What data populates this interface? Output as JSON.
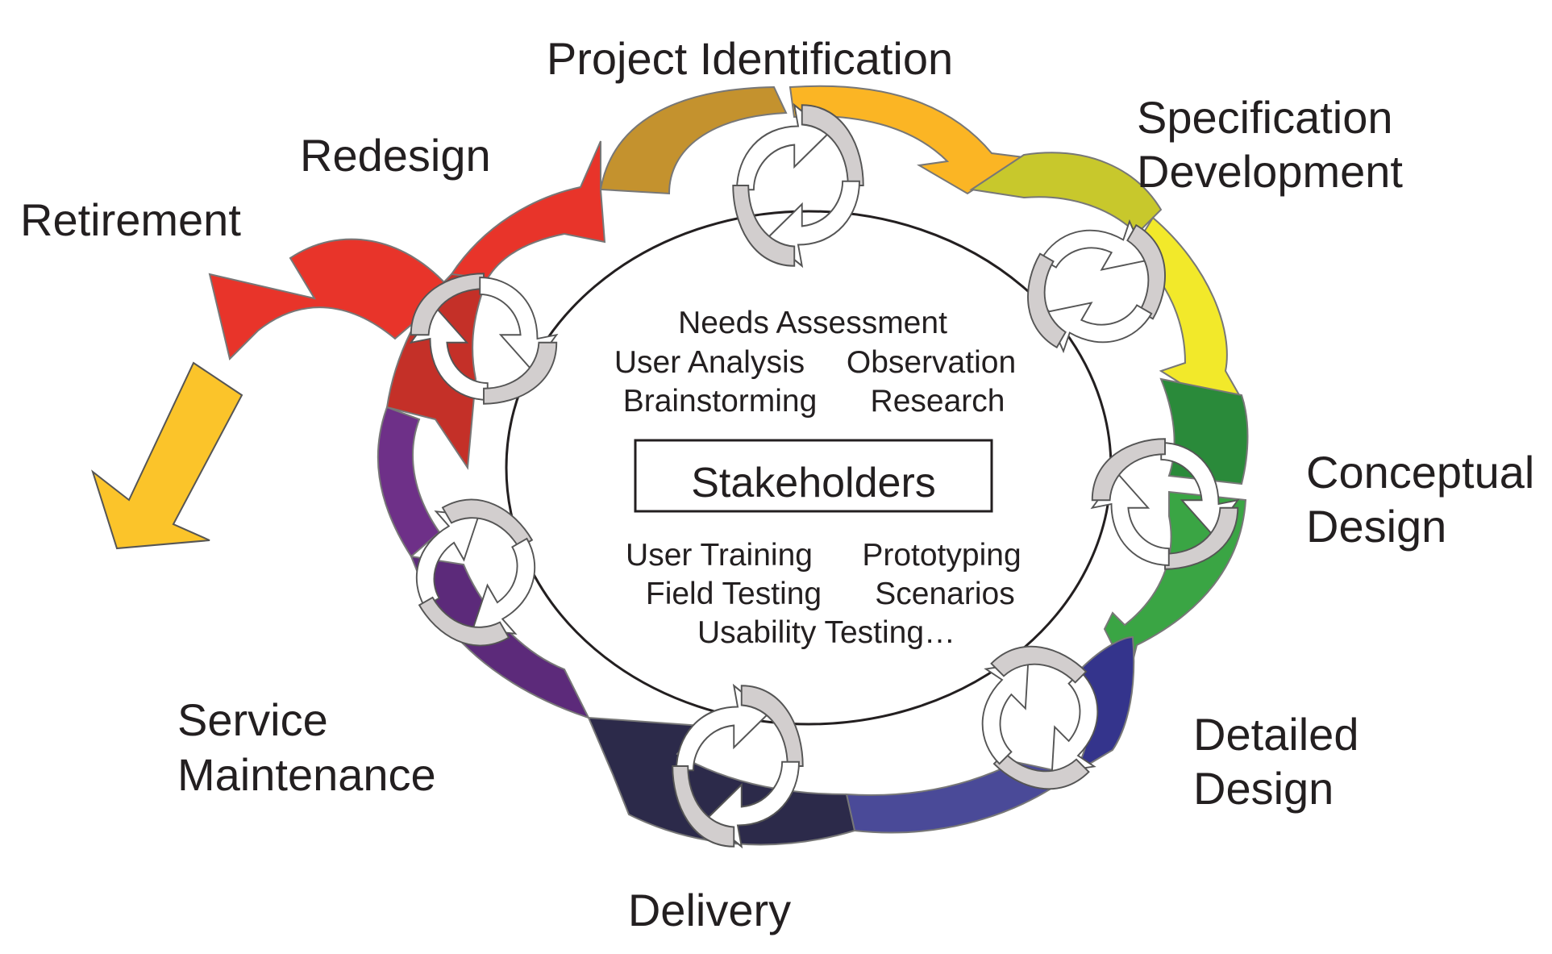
{
  "stages": {
    "project_identification": [
      "Project Identification"
    ],
    "specification_development": [
      "Specification",
      "Development"
    ],
    "conceptual_design": [
      "Conceptual",
      "Design"
    ],
    "detailed_design": [
      "Detailed",
      "Design"
    ],
    "delivery": [
      "Delivery"
    ],
    "service_maintenance": [
      "Service",
      "Maintenance"
    ],
    "redesign": [
      "Redesign"
    ],
    "retirement": [
      "Retirement"
    ]
  },
  "center": {
    "stakeholders": "Stakeholders",
    "activities_top": {
      "needs_assessment": "Needs Assessment",
      "user_analysis": "User Analysis",
      "observation": "Observation",
      "brainstorming": "Brainstorming",
      "research": "Research"
    },
    "activities_bottom": {
      "user_training": "User Training",
      "prototyping": "Prototyping",
      "field_testing": "Field Testing",
      "scenarios": "Scenarios",
      "usability_testing": "Usability Testing…"
    }
  },
  "colors": {
    "project_identification": "#c4922e",
    "specification_development": "#fbb524",
    "spec_to_concept": "#c8c82c",
    "conceptual_design": "#f2e92a",
    "concept_to_detail": "#2a8a3a",
    "detailed_design": "#3aa544",
    "detail_to_delivery": "#34348c",
    "delivery": "#4a4a98",
    "delivery_to_service": "#2c2a4a",
    "service_maintenance": "#5c2a7a",
    "service_to_redesign": "#6e3088",
    "redesign": "#c43028",
    "redesign_to_project": "#e8342a",
    "retirement": "#e8342a",
    "retirement_down": "#fbc42a",
    "cycle_icon_fill": "#d2cece",
    "outline": "#666666"
  },
  "icons": [
    "cycle-icon"
  ]
}
